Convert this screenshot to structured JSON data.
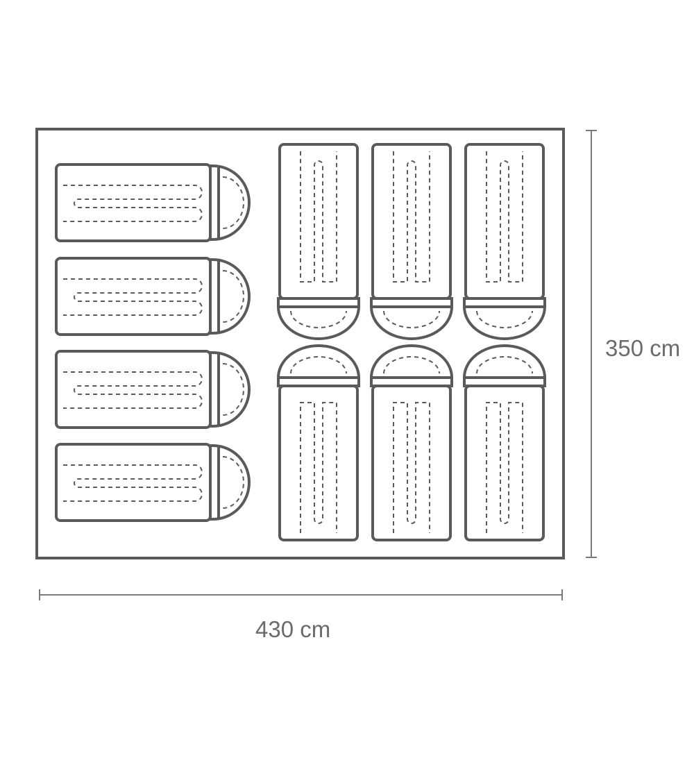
{
  "diagram": {
    "dimensions": {
      "width_label": "430 cm",
      "height_label": "350 cm"
    },
    "sleeping_bags": {
      "total": 10,
      "left_column": {
        "count": 4,
        "orientation": "horizontal",
        "hood_side": "right"
      },
      "right_top_row": {
        "count": 3,
        "orientation": "vertical",
        "hood_side": "bottom"
      },
      "right_bottom_row": {
        "count": 3,
        "orientation": "vertical",
        "hood_side": "top"
      }
    },
    "colors": {
      "outline": "#5a5a5a",
      "background": "#ffffff",
      "label": "#6b6b6b"
    }
  }
}
